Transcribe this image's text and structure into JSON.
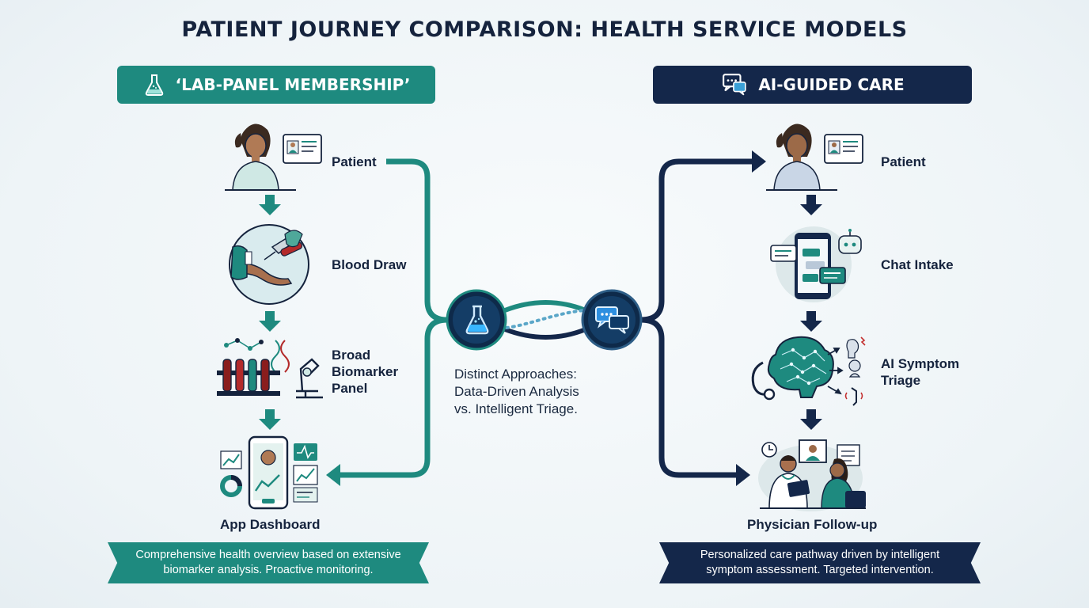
{
  "title": "PATIENT JOURNEY COMPARISON: HEALTH SERVICE MODELS",
  "left_model": {
    "header": "‘LAB-PANEL MEMBERSHIP’",
    "steps": [
      "Patient",
      "Blood Draw",
      "Broad Biomarker Panel",
      "App Dashboard"
    ],
    "summary": [
      "Comprehensive health overview based on extensive",
      "biomarker analysis. Proactive monitoring."
    ]
  },
  "right_model": {
    "header": "AI-GUIDED CARE",
    "steps": [
      "Patient",
      "Chat Intake",
      "AI Symptom Triage",
      "Physician Follow-up"
    ],
    "summary": [
      "Personalized care pathway driven by intelligent",
      "symptom assessment. Targeted intervention."
    ]
  },
  "center_caption": [
    "Distinct Approaches:",
    "Data-Driven Analysis",
    "vs. Intelligent Triage."
  ],
  "icons": {
    "left_header": "flask-icon",
    "right_header": "chat-bubbles-icon",
    "center_left": "flask-icon",
    "center_right": "chat-bubbles-icon"
  },
  "colors": {
    "teal": "#1e8a7f",
    "navy": "#14274a",
    "title": "#15233d"
  }
}
